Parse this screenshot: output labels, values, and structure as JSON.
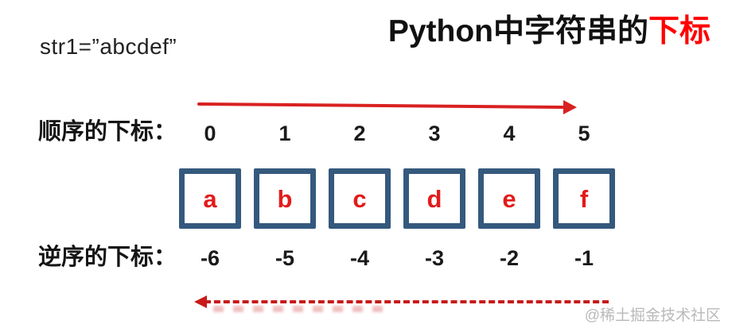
{
  "title": {
    "prefix": "Python中字符串的",
    "highlight": "下标"
  },
  "code_text": "str1=”abcdef”",
  "forward": {
    "label": "顺序的下标：",
    "indices": [
      "0",
      "1",
      "2",
      "3",
      "4",
      "5"
    ]
  },
  "boxes": {
    "letters": [
      "a",
      "b",
      "c",
      "d",
      "e",
      "f"
    ]
  },
  "reverse": {
    "label": "逆序的下标：",
    "indices": [
      "-6",
      "-5",
      "-4",
      "-3",
      "-2",
      "-1"
    ]
  },
  "arrows": {
    "forward_direction": "left-to-right",
    "reverse_direction": "right-to-left"
  },
  "watermark": "@稀土掘金技术社区",
  "colors": {
    "arrow_red": "#d92121",
    "title_red": "#ff0000",
    "letter_red": "#e31b1b",
    "box_border": "#35597d",
    "text_black": "#1d1d1d",
    "watermark_gray": "#b9b9b9"
  }
}
